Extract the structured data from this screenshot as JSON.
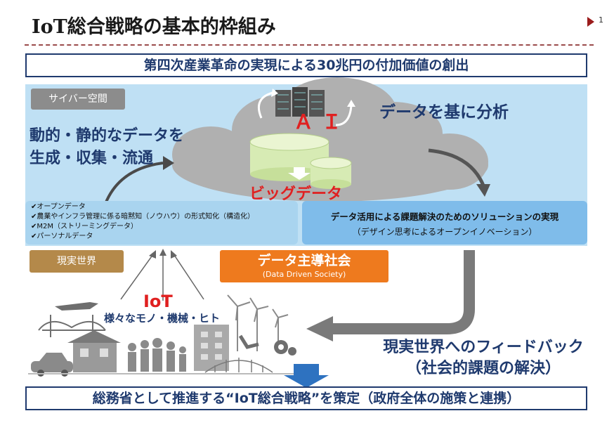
{
  "title": "IoT総合戦略の基本的枠組み",
  "page_number": "1",
  "top_banner": "第四次産業革命の実現による30兆円の付加価値の創出",
  "cyber_label": "サイバー空間",
  "real_label": "現実世界",
  "heading_left_line1": "動的・静的なデータを",
  "heading_left_line2": "生成・収集・流通",
  "heading_right": "データを基に分析",
  "ai_label": "ＡＩ",
  "bigdata_label": "ビッグデータ",
  "data_list": [
    "✔オープンデータ",
    "✔農業やインフラ管理に係る暗黙知（ノウハウ）の形式知化（構造化）",
    "✔M2M（ストリーミングデータ）",
    "✔パーソナルデータ"
  ],
  "solution_main": "データ活用による課題解決のためのソリューションの実現",
  "solution_sub": "（デザイン思考によるオープンイノベーション）",
  "dds_main": "データ主導社会",
  "dds_sub": "(Data Driven Society)",
  "iot_label": "IoT",
  "iot_things": "様々なモノ・機械・ヒト",
  "feedback_line1": "現実世界へのフィードバック",
  "feedback_line2": "（社会的課題の解決）",
  "bottom_banner": "総務省として推進する“IoT総合戦略”を策定（政府全体の施策と連携）"
}
